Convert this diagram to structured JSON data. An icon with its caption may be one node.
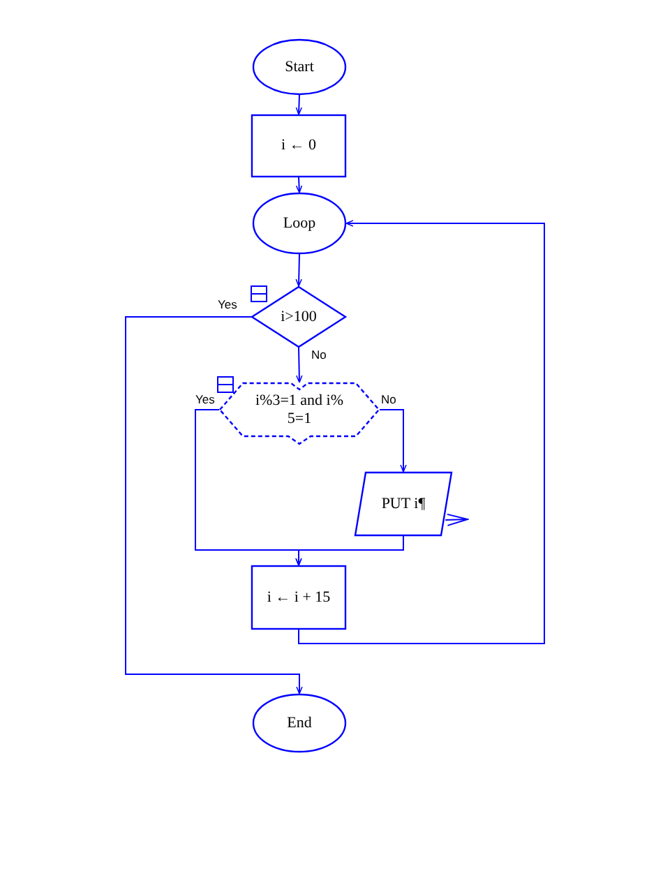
{
  "diagram": {
    "nodes": [
      {
        "text": [
          "Start"
        ]
      },
      {
        "text": [
          "i ← 0"
        ]
      },
      {
        "text": [
          "Loop"
        ]
      },
      {
        "text": [
          "i>100"
        ]
      },
      {
        "text": [
          "i%3=1 and i% 5=1"
        ]
      },
      {
        "text": [
          "PUT i¶"
        ]
      },
      {
        "text": [
          "i ← i + 15"
        ]
      },
      {
        "text": [
          "End"
        ]
      }
    ],
    "edges": [
      {
        "from": 0,
        "to": 1,
        "arrow": "to"
      },
      {
        "from": 1,
        "to": 2,
        "arrow": "to"
      },
      {
        "from": 2,
        "to": 3,
        "arrow": "to"
      },
      {
        "from": 3,
        "to": 4,
        "arrow": "to",
        "label": "No"
      },
      {
        "from": 3,
        "to": 7,
        "arrow": "to",
        "label": "Yes"
      },
      {
        "from": 4,
        "to": 5,
        "arrow": "to",
        "label": "No"
      },
      {
        "from": 4,
        "to": 6,
        "arrow": "to",
        "label": "Yes"
      },
      {
        "from": 5,
        "to": 6,
        "arrow": "to"
      },
      {
        "from": 6,
        "to": 2,
        "arrow": "to"
      },
      {
        "from": 5,
        "to": null,
        "arrow": "to"
      }
    ]
  }
}
